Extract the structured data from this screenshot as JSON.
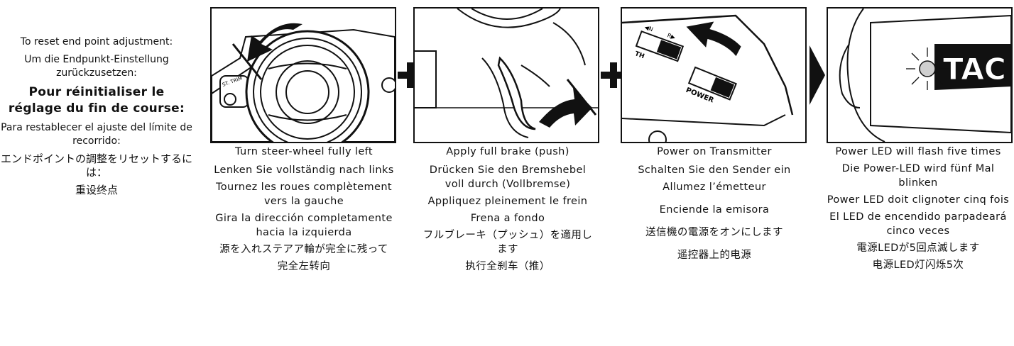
{
  "intro": {
    "en": "To reset end point adjustment:",
    "de": "Um die Endpunkt-Einstellung zurückzusetzen:",
    "fr": "Pour réinitialiser le réglage du fin de course:",
    "es": "Para restablecer el ajuste del límite de recorrido:",
    "ja": "エンドポイントの調整をリセットするには：",
    "zh": "重设终点"
  },
  "steps": [
    {
      "en": "Turn steer-wheel fully left",
      "de": "Lenken Sie vollständig nach links",
      "fr": "Tournez les roues complètement vers la gauche",
      "es": "Gira la dirección completamente hacia la izquierda",
      "ja": "源を入れステアア輪が完全に残って",
      "zh": "完全左转向",
      "figure_label": "ST. TRIM"
    },
    {
      "en": "Apply full brake (push)",
      "de": "Drücken Sie den Bremshebel voll durch (Vollbremse)",
      "fr": "Appliquez pleinement le frein",
      "es": "Frena a fondo",
      "ja": "フルブレーキ（プッシュ）を適用します",
      "zh": "执行全刹车（推）"
    },
    {
      "en": "Power on Transmitter",
      "de": "Schalten Sie den Sender ein",
      "fr": "Allumez l’émetteur",
      "es": "Enciende la emisora",
      "ja": "送信機の電源をオンにします",
      "zh": "遥控器上的电源",
      "figure_labels": {
        "switch_n": "N",
        "switch_r": "R",
        "switch_th": "TH",
        "power": "POWER"
      }
    },
    {
      "en": "Power LED will flash five times",
      "de": "Die Power-LED wird fünf Mal blinken",
      "fr": "Power LED doit clignoter cinq fois",
      "es": "El LED de encendido parpadeará cinco veces",
      "ja": "電源LEDが5回点滅します",
      "zh": "电源LED灯闪烁5次",
      "figure_label": "TAC"
    }
  ]
}
